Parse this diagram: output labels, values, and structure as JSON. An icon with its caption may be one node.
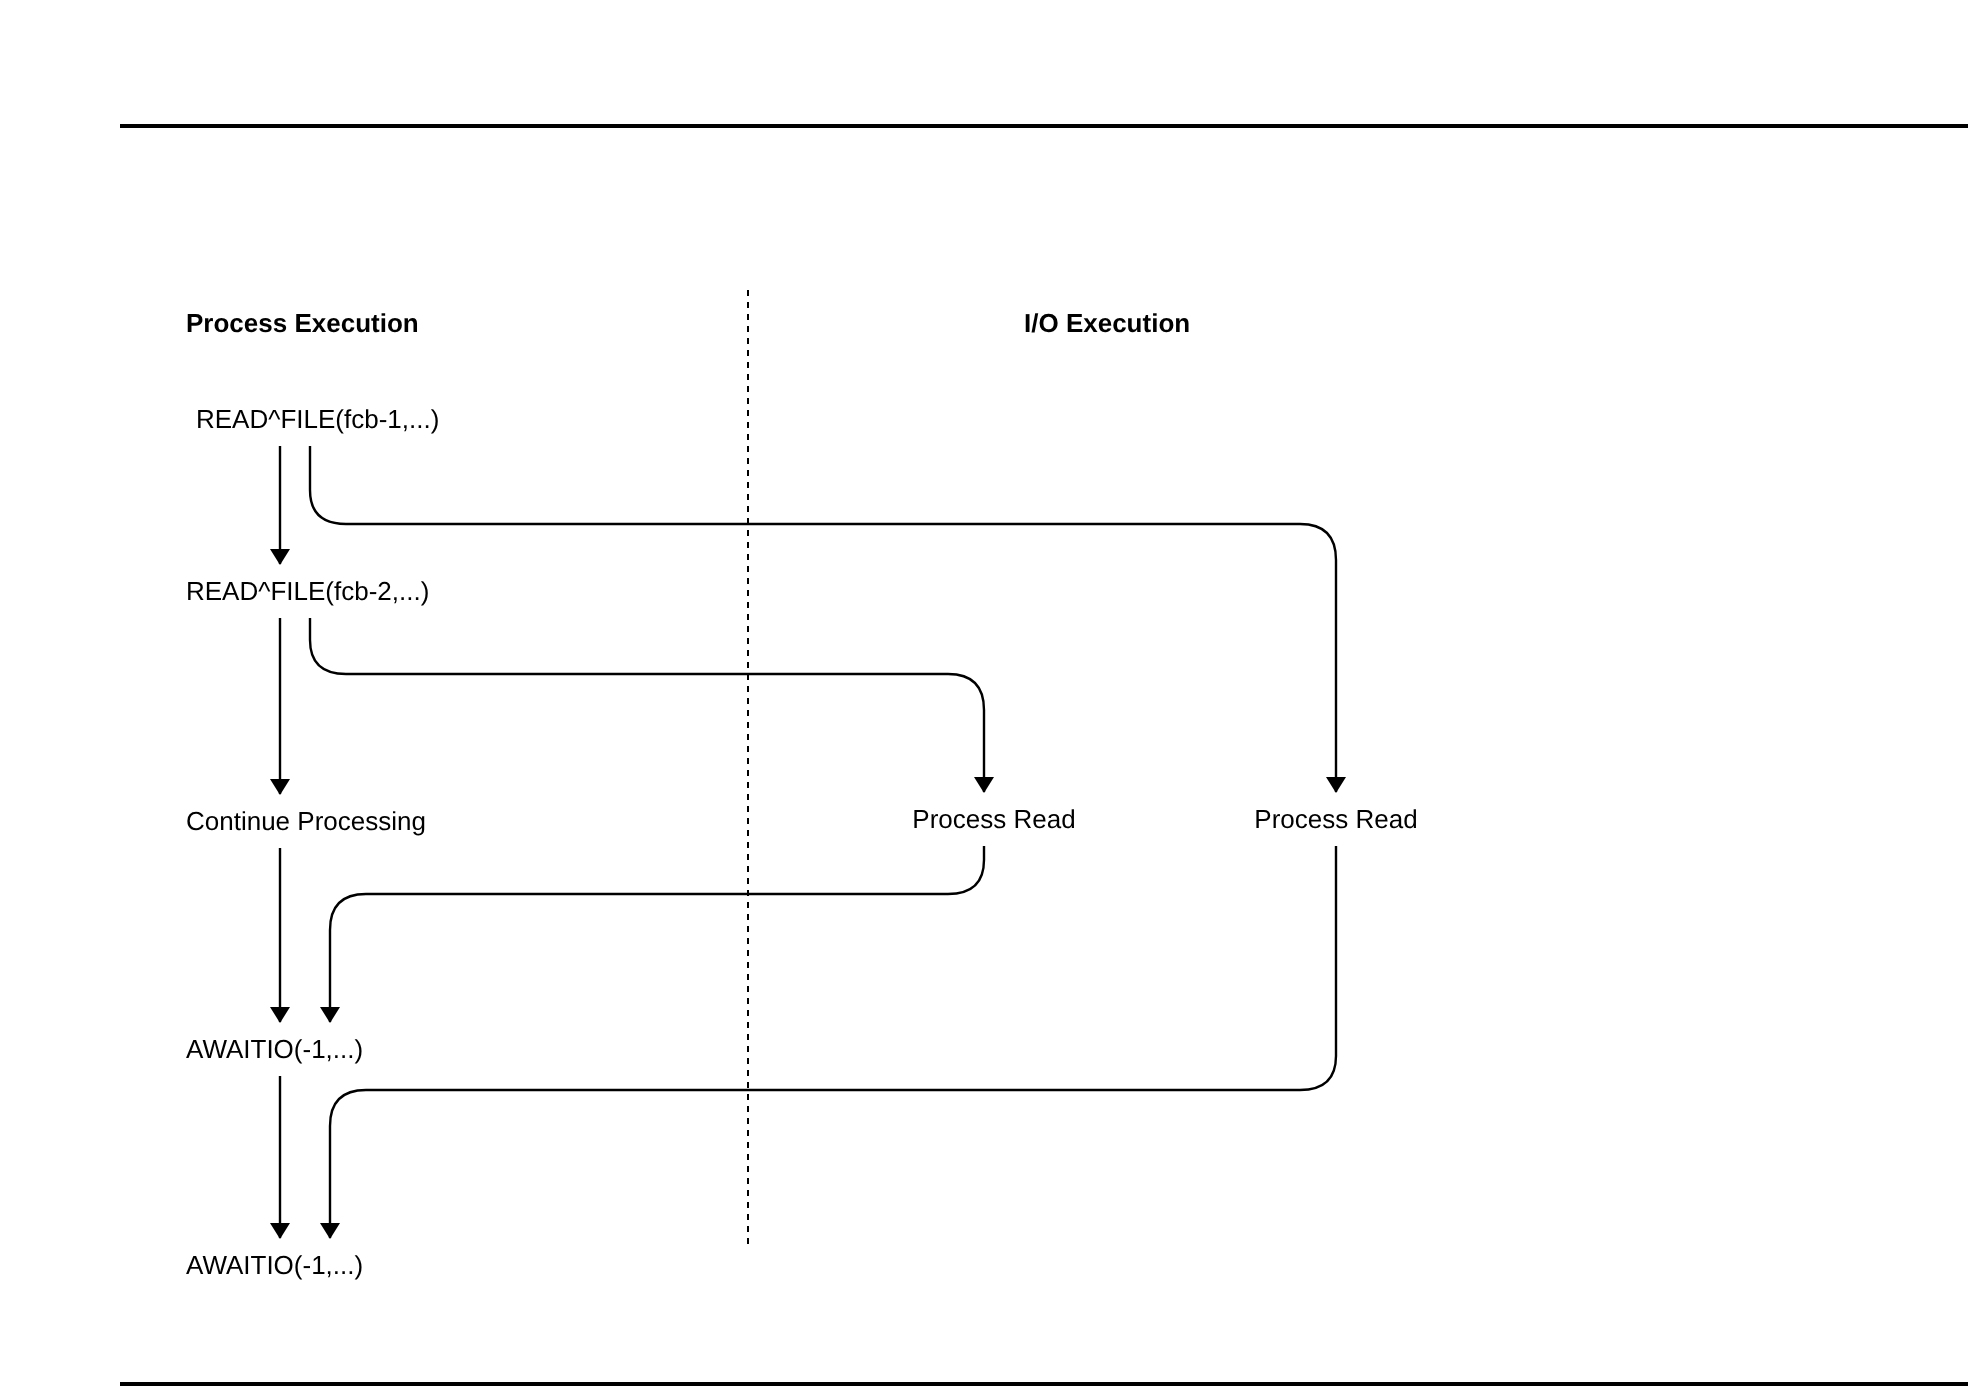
{
  "diagram": {
    "nodes": [
      {
        "text": [
          "READ^FILE(fcb-1,...)"
        ]
      },
      {
        "text": [
          "READ^FILE(fcb-2,...)"
        ]
      },
      {
        "text": [
          "Continue Processing"
        ]
      },
      {
        "text": [
          "AWAITIO(-1,...)"
        ]
      },
      {
        "text": [
          "AWAITIO(-1,...)"
        ]
      },
      {
        "text": [
          "Process Read"
        ]
      },
      {
        "text": [
          "Process Read"
        ]
      }
    ],
    "edges": [
      {
        "from": 0,
        "to": 1,
        "arrow": "to"
      },
      {
        "from": 1,
        "to": 2,
        "arrow": "to"
      },
      {
        "from": 2,
        "to": 3,
        "arrow": "to"
      },
      {
        "from": 3,
        "to": 4,
        "arrow": "to"
      },
      {
        "from": 0,
        "to": 6,
        "arrow": "to"
      },
      {
        "from": 1,
        "to": 5,
        "arrow": "to"
      },
      {
        "from": 5,
        "to": 3,
        "arrow": "to"
      },
      {
        "from": 6,
        "to": 4,
        "arrow": "to"
      }
    ],
    "labels": [
      "Process Execution",
      "I/O Execution"
    ]
  }
}
